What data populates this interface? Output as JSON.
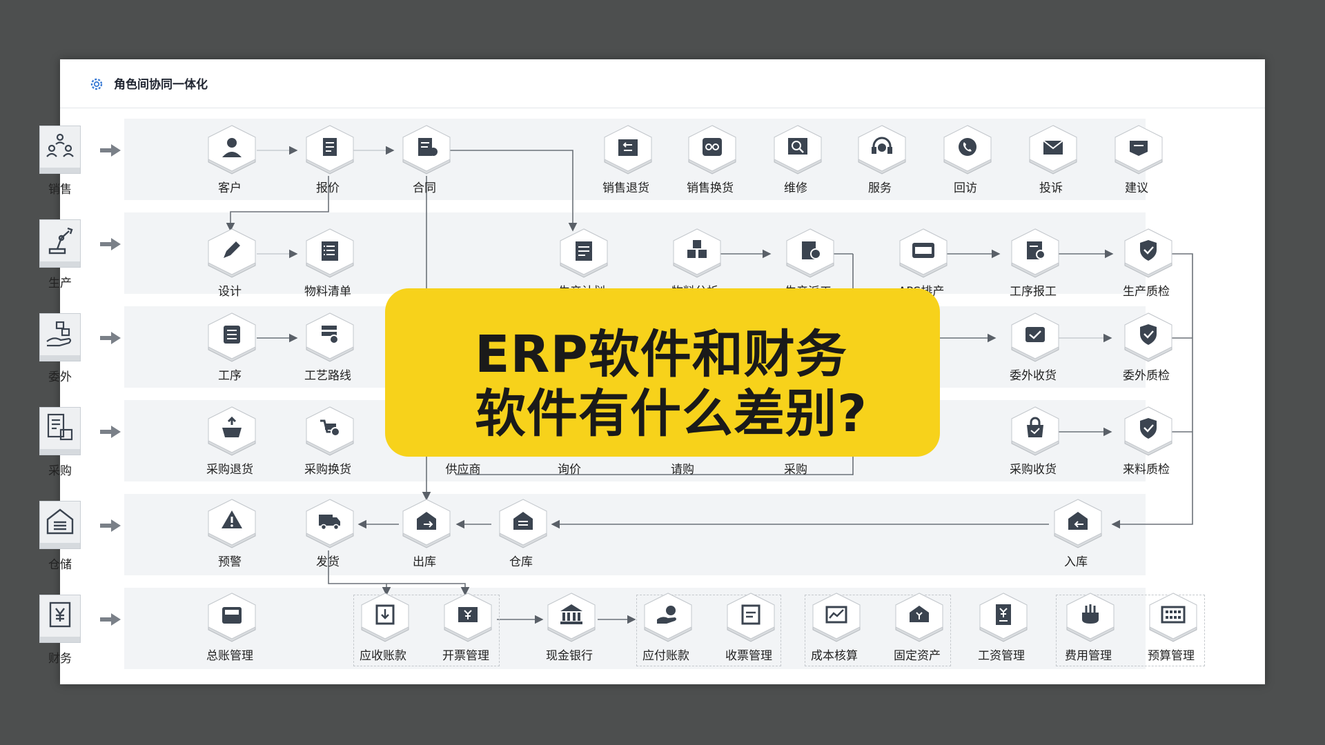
{
  "header": {
    "title": "角色间协同一体化",
    "icon": "gear-icon"
  },
  "colors": {
    "hex_top": "#ffffff",
    "hex_side": "#d9dcdf",
    "icon_dark": "#3b4450",
    "banner": "#f7d21b",
    "band": "#f2f4f6"
  },
  "rows": [
    {
      "id": "sales",
      "label": "销售",
      "icon": "people-icon"
    },
    {
      "id": "production",
      "label": "生产",
      "icon": "robot-arm-icon"
    },
    {
      "id": "outsourcing",
      "label": "委外",
      "icon": "hand-box-icon"
    },
    {
      "id": "purchasing",
      "label": "采购",
      "icon": "document-cart-icon"
    },
    {
      "id": "warehouse",
      "label": "仓储",
      "icon": "warehouse-icon"
    },
    {
      "id": "finance",
      "label": "财务",
      "icon": "yen-document-icon"
    }
  ],
  "nodes": {
    "sales": [
      {
        "label": "客户",
        "icon": "user-icon"
      },
      {
        "label": "报价",
        "icon": "quote-doc-icon"
      },
      {
        "label": "合同",
        "icon": "contract-icon"
      },
      {
        "label": "销售退货",
        "icon": "return-box-icon"
      },
      {
        "label": "销售换货",
        "icon": "exchange-box-icon"
      },
      {
        "label": "维修",
        "icon": "repair-icon"
      },
      {
        "label": "服务",
        "icon": "headset-icon"
      },
      {
        "label": "回访",
        "icon": "phone-icon"
      },
      {
        "label": "投诉",
        "icon": "mail-icon"
      },
      {
        "label": "建议",
        "icon": "suggestion-icon"
      }
    ],
    "production": [
      {
        "label": "设计",
        "icon": "pencil-icon"
      },
      {
        "label": "物料清单",
        "icon": "checklist-icon"
      },
      {
        "label": "生产计划",
        "icon": "plan-icon"
      },
      {
        "label": "物料分析",
        "icon": "cubes-icon"
      },
      {
        "label": "生产派工",
        "icon": "dispatch-icon"
      },
      {
        "label": "APS排产",
        "icon": "aps-icon"
      },
      {
        "label": "工序报工",
        "icon": "report-icon"
      },
      {
        "label": "生产质检",
        "icon": "shield-check-icon"
      }
    ],
    "outsourcing": [
      {
        "label": "工序",
        "icon": "list-icon"
      },
      {
        "label": "工艺路线",
        "icon": "route-icon"
      },
      {
        "label": "委外收货",
        "icon": "receive-icon"
      },
      {
        "label": "委外质检",
        "icon": "shield-check-icon"
      }
    ],
    "purchasing": [
      {
        "label": "采购退货",
        "icon": "basket-return-icon"
      },
      {
        "label": "采购换货",
        "icon": "cart-exchange-icon"
      },
      {
        "label": "供应商"
      },
      {
        "label": "询价"
      },
      {
        "label": "请购"
      },
      {
        "label": "采购"
      },
      {
        "label": "采购收货",
        "icon": "bag-icon"
      },
      {
        "label": "来料质检",
        "icon": "shield-check-icon"
      }
    ],
    "warehouse": [
      {
        "label": "预警",
        "icon": "warning-icon"
      },
      {
        "label": "发货",
        "icon": "truck-icon"
      },
      {
        "label": "出库",
        "icon": "outbound-icon"
      },
      {
        "label": "仓库",
        "icon": "warehouse-icon"
      },
      {
        "label": "入库",
        "icon": "inbound-icon"
      }
    ],
    "finance": [
      {
        "label": "总账管理",
        "icon": "ledger-icon"
      },
      {
        "label": "应收账款",
        "icon": "receivable-icon"
      },
      {
        "label": "开票管理",
        "icon": "invoice-icon"
      },
      {
        "label": "现金银行",
        "icon": "bank-icon"
      },
      {
        "label": "应付账款",
        "icon": "payable-icon"
      },
      {
        "label": "收票管理",
        "icon": "receipt-icon"
      },
      {
        "label": "成本核算",
        "icon": "chart-icon"
      },
      {
        "label": "固定资产",
        "icon": "asset-icon"
      },
      {
        "label": "工资管理",
        "icon": "salary-icon"
      },
      {
        "label": "费用管理",
        "icon": "expense-icon"
      },
      {
        "label": "预算管理",
        "icon": "abacus-icon"
      }
    ]
  },
  "banner": {
    "line1": "ERP软件和财务",
    "line2": "软件有什么差别?"
  }
}
